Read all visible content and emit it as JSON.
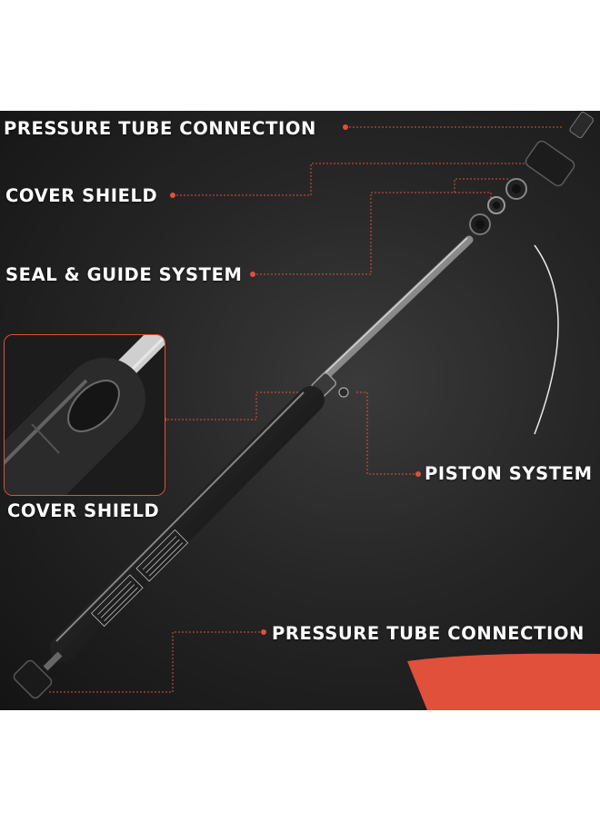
{
  "labels": {
    "pressure_tube_top": "PRESSURE TUBE CONNECTION",
    "cover_shield_top": "COVER SHIELD",
    "seal_guide": "SEAL & GUIDE SYSTEM",
    "cover_shield_inset": "COVER SHIELD",
    "piston": "PISTON SYSTEM",
    "pressure_tube_bottom": "PRESSURE TUBE CONNECTION"
  },
  "colors": {
    "accent": "#e0503a",
    "background": "#222222",
    "text": "#ffffff"
  }
}
